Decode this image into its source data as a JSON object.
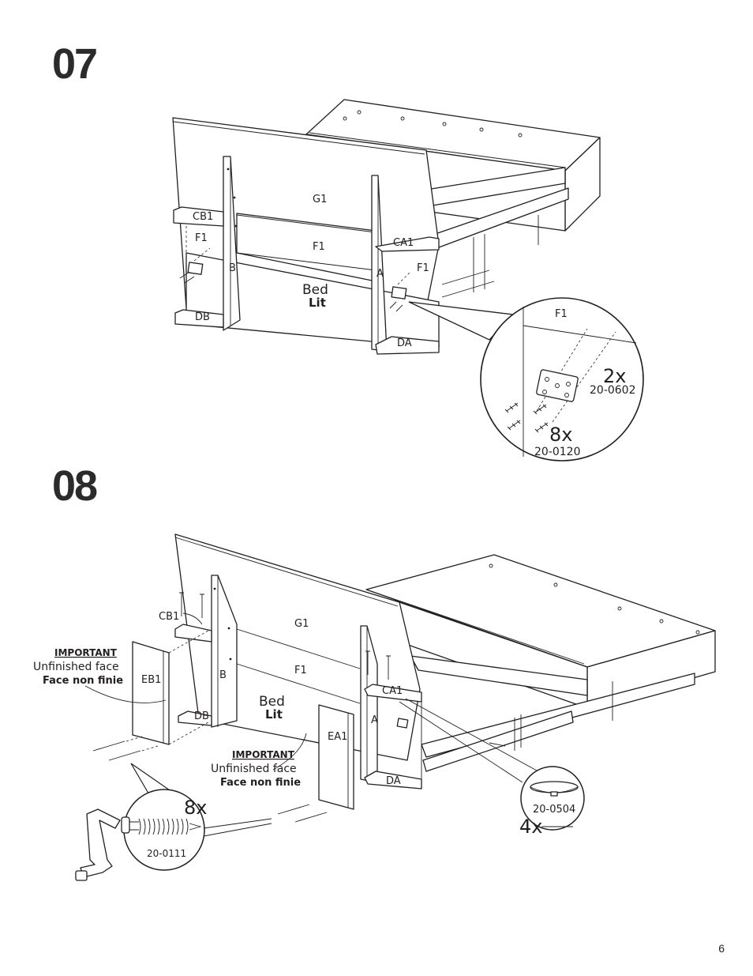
{
  "steps": [
    {
      "number": "07",
      "labels": {
        "g1": "G1",
        "f1_center": "F1",
        "bed": "Bed",
        "lit": "Lit",
        "cb1": "CB1",
        "f1_left": "F1",
        "b": "B",
        "db": "DB",
        "ca1": "CA1",
        "f1_right": "F1",
        "a": "A",
        "da": "DA"
      },
      "detail": {
        "label": "F1",
        "plate_qty": "2x",
        "plate_code": "20-0602",
        "screw_qty": "8x",
        "screw_code": "20-0120"
      }
    },
    {
      "number": "08",
      "labels": {
        "g1": "G1",
        "f1": "F1",
        "bed": "Bed",
        "lit": "Lit",
        "cb1": "CB1",
        "b": "B",
        "db": "DB",
        "eb1": "EB1",
        "ca1": "CA1",
        "a": "A",
        "da": "DA",
        "ea1": "EA1"
      },
      "important_left": {
        "title": "IMPORTANT",
        "line1": "Unfinished face",
        "line2": "Face non finie"
      },
      "important_right": {
        "title": "IMPORTANT",
        "line1": "Unfinished face",
        "line2": "Face non finie"
      },
      "dowel_detail": {
        "qty": "8x",
        "code": "20-0111"
      },
      "foot_detail": {
        "qty": "4x",
        "code": "20-0504"
      }
    }
  ],
  "page_number": "6"
}
